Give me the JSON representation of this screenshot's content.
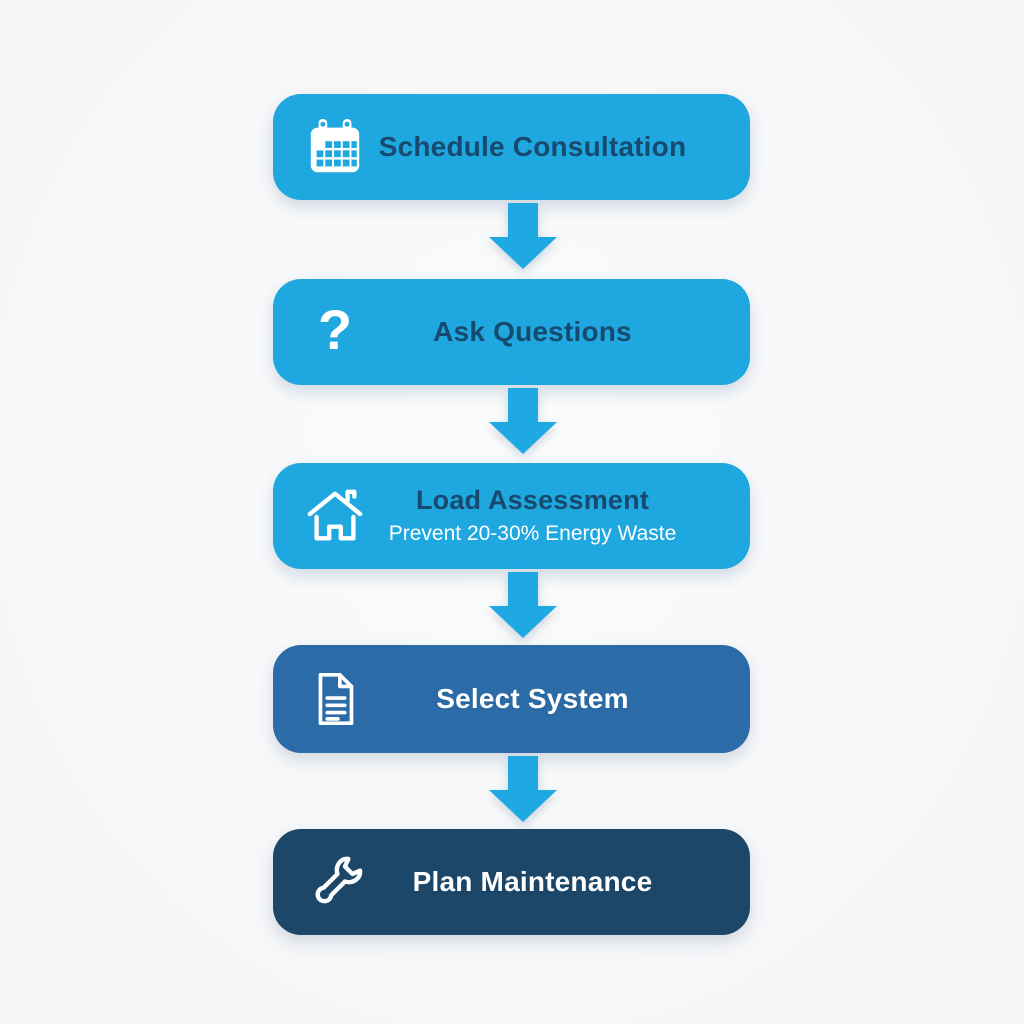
{
  "palette": {
    "background": "#F7F8F9",
    "bright_blue": "#1FA7E0",
    "medium_blue": "#2B6BA7",
    "dark_navy": "#1C4769",
    "title_navy": "#164A6E",
    "white": "#FFFFFF",
    "arrow_blue": "#1FA9E2"
  },
  "flow": {
    "steps": [
      {
        "label": "Schedule Consultation",
        "icon": "calendar-icon",
        "bg": "#1FA7E0",
        "text_color": "#164A6E"
      },
      {
        "label": "Ask Questions",
        "icon": "question-mark-icon",
        "glyph": "?",
        "bg": "#1FA7E0",
        "text_color": "#164A6E"
      },
      {
        "label": "Load Assessment",
        "sublabel": "Prevent 20-30% Energy Waste",
        "icon": "house-icon",
        "bg": "#1FA7E0",
        "text_color": "#164A6E",
        "sublabel_color": "#FFFFFF"
      },
      {
        "label": "Select System",
        "icon": "document-icon",
        "bg": "#2B6BA7",
        "text_color": "#FFFFFF"
      },
      {
        "label": "Plan Maintenance",
        "icon": "wrench-icon",
        "bg": "#1C4769",
        "text_color": "#FFFFFF"
      }
    ],
    "connector_count": 4
  }
}
